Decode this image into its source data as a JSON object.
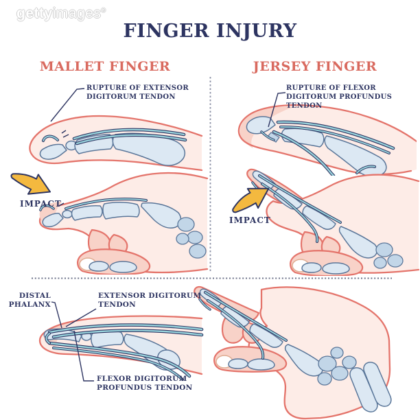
{
  "watermark": {
    "brand_bold": "getty",
    "brand_light": "images",
    "registered": "®"
  },
  "title": "FINGER INJURY",
  "palette": {
    "navy": "#2d3461",
    "coral": "#d96a5f",
    "skin_outline": "#e4746b",
    "skin_light": "#fdece7",
    "skin_pink": "#f8d2c8",
    "bone_fill": "#dce8f3",
    "bone_shade": "#c2d6e8",
    "bone_outline": "#5a7699",
    "tendon_teal": "#97d2db",
    "arrow_yellow": "#f4b93f",
    "divider_gray": "#8b90a5"
  },
  "mallet": {
    "heading": "MALLET FINGER",
    "rupture_line1": "RUPTURE OF EXTENSOR",
    "rupture_line2": "DIGITORUM TENDON",
    "impact": "IMPACT"
  },
  "jersey": {
    "heading": "JERSEY FINGER",
    "rupture_line1": "RUPTURE OF FLEXOR",
    "rupture_line2": "DIGITORUM PROFUNDUS TENDON",
    "impact": "IMPACT"
  },
  "anatomy": {
    "distal_line1": "DISTAL",
    "distal_line2": "PHALANX",
    "extensor_line1": "EXTENSOR DIGITORUM",
    "extensor_line2": "TENDON",
    "flexor_line1": "FLEXOR DIGITORUM",
    "flexor_line2": "PROFUNDUS TENDON"
  }
}
